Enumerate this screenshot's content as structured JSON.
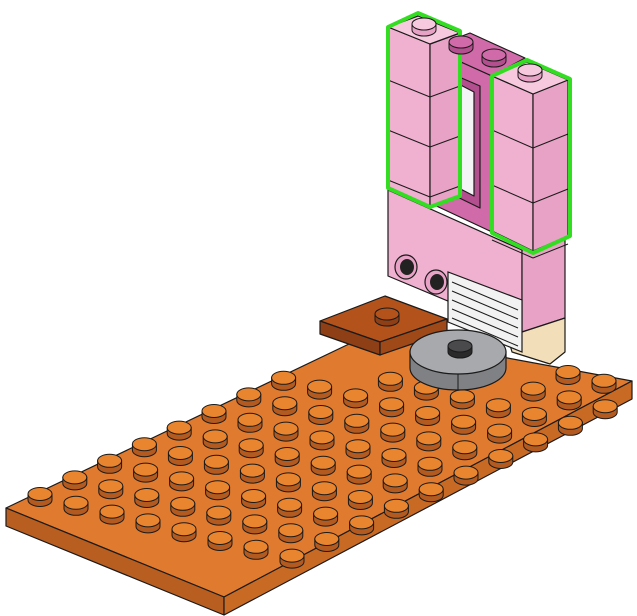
{
  "instruction": {
    "step_type": "building-instruction-diagram",
    "highlighted_new_parts": [
      "left-1x1-brick-column",
      "right-1x1-brick-column"
    ]
  },
  "colors": {
    "background": "#ffffff",
    "baseplate_top": "#E07A2E",
    "baseplate_front": "#B75E20",
    "baseplate_side": "#C96A24",
    "stud_top": "#E9852E",
    "stud_side": "#B25A1F",
    "tile_top": "#B3521B",
    "tile_front": "#8E3F15",
    "tile_side": "#9F4818",
    "pink_front": "#F0B0D0",
    "pink_side": "#E7A2C6",
    "pink_top": "#F6C9DE",
    "window_frame": "#D06AA8",
    "window_frame_dark": "#B34E8F",
    "glass": "#F4F4F6",
    "turntable_top": "#A7A9AC",
    "turntable_side": "#7F8184",
    "tan_piece": "#F2DEB9",
    "highlight_outline": "#33DD22",
    "outline": "#1A1A1A",
    "hole": "#222222"
  },
  "icons": [
    "stud-icon",
    "technic-hole-icon"
  ]
}
